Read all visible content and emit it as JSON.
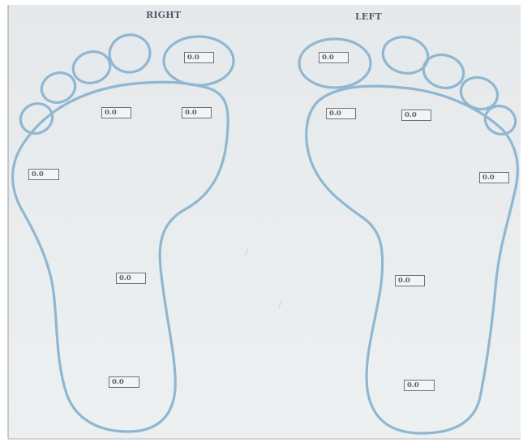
{
  "titles": {
    "right": "RIGHT",
    "left": "LEFT"
  },
  "colors": {
    "outline": "#8fb7d1",
    "paper": "#e9eced",
    "box_border": "#6f7177",
    "text": "#555a62"
  },
  "sensors": {
    "right": {
      "big_toe": "0.0",
      "forefoot_medial": "0.0",
      "forefoot_center": "0.0",
      "forefoot_lateral": "0.0",
      "midfoot": "0.0",
      "heel": "0.0"
    },
    "left": {
      "big_toe": "0.0",
      "forefoot_medial": "0.0",
      "forefoot_center": "0.0",
      "forefoot_lateral": "0.0",
      "midfoot": "0.0",
      "heel": "0.0"
    }
  }
}
